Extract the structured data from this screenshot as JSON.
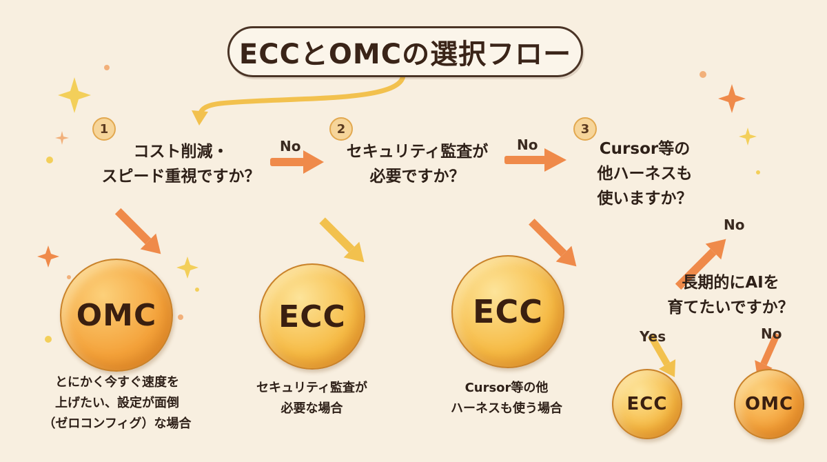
{
  "title": "ECCとOMCの選択フロー",
  "steps": [
    {
      "number": "1",
      "question": "コスト削減・\nスピード重視ですか？"
    },
    {
      "number": "2",
      "question": "セキュリティ監査が\n必要ですか？"
    },
    {
      "number": "3",
      "question": "Cursor等の\n他ハーネスも\n使いますか？"
    }
  ],
  "sub_question": "長期的にAIを\n育てたいですか？",
  "labels": {
    "no_1": "No",
    "no_2": "No",
    "no_3": "No",
    "yes_4": "Yes",
    "no_4": "No"
  },
  "results": [
    {
      "name": "OMC",
      "description": "とにかく今すぐ速度を\n上げたい、設定が面倒\n（ゼロコンフィグ）な場合"
    },
    {
      "name": "ECC",
      "description": "セキュリティ監査が\n必要な場合"
    },
    {
      "name": "ECC",
      "description": "Cursor等の他\nハーネスも使う場合"
    },
    {
      "name": "ECC",
      "description": ""
    },
    {
      "name": "OMC",
      "description": ""
    }
  ],
  "colors": {
    "background": "#f8efe0",
    "coin_omc": "#f4a23a",
    "coin_ecc": "#f6bb45",
    "arrow_orange": "#ef8a4a",
    "arrow_yellow": "#f2c14e"
  }
}
